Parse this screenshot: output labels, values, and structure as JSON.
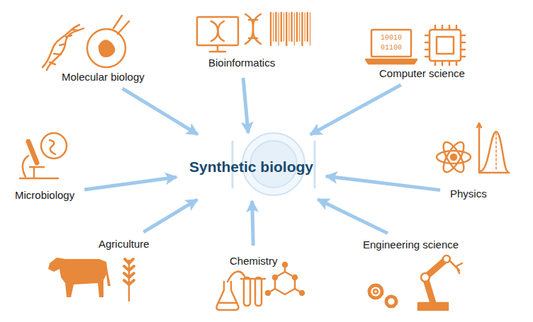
{
  "diagram": {
    "nodes": [
      {
        "text": [
          "Molecular biology"
        ]
      },
      {
        "text": [
          "Bioinformatics"
        ]
      },
      {
        "text": [
          "Computer science"
        ]
      },
      {
        "text": [
          "Microbiology"
        ]
      },
      {
        "text": [
          "Synthetic biology"
        ]
      },
      {
        "text": [
          "Physics"
        ]
      },
      {
        "text": [
          "Agriculture"
        ]
      },
      {
        "text": [
          "Chemistry"
        ]
      },
      {
        "text": [
          "Engineering science"
        ]
      }
    ],
    "edges": [
      {
        "from": 0,
        "to": 4,
        "arrow": "to"
      },
      {
        "from": 1,
        "to": 4,
        "arrow": "to"
      },
      {
        "from": 2,
        "to": 4,
        "arrow": "to"
      },
      {
        "from": 3,
        "to": 4,
        "arrow": "to"
      },
      {
        "from": 5,
        "to": 4,
        "arrow": "to"
      },
      {
        "from": 6,
        "to": 4,
        "arrow": "to"
      },
      {
        "from": 7,
        "to": 4,
        "arrow": "to"
      },
      {
        "from": 8,
        "to": 4,
        "arrow": "to"
      }
    ],
    "labels": [
      "10010",
      "01100"
    ]
  }
}
